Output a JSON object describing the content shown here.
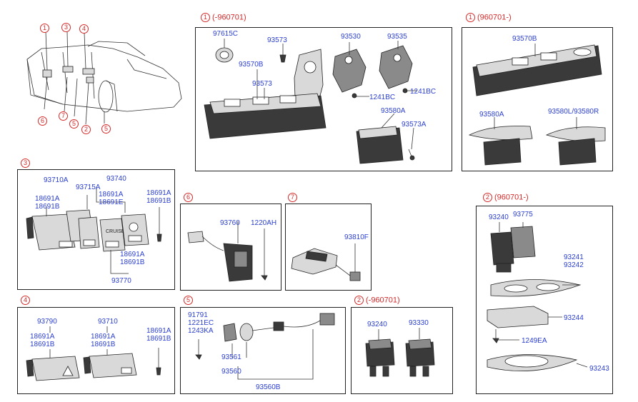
{
  "car_callouts": [
    "1",
    "3",
    "4",
    "6",
    "7",
    "5",
    "2",
    "5"
  ],
  "sec1a": {
    "num": "1",
    "label": "(-960701)",
    "parts": [
      "97615C",
      "93573",
      "93530",
      "93535",
      "93570B",
      "93573",
      "1241BC",
      "1241BC",
      "93580A",
      "93573A"
    ]
  },
  "sec1b": {
    "num": "1",
    "label": "(960701-)",
    "parts": [
      "93570B",
      "93580A",
      "93580L/93580R"
    ]
  },
  "sec3": {
    "num": "3",
    "parts": [
      "93710A",
      "93740",
      "93715A",
      "18691A",
      "18691E",
      "18691A",
      "18691B",
      "18691A",
      "18691B",
      "18691A",
      "18691B",
      "93770"
    ],
    "switch_text": "CRUISE"
  },
  "sec6": {
    "num": "6",
    "parts": [
      "93760",
      "1220AH"
    ]
  },
  "sec7": {
    "num": "7",
    "parts": [
      "93810F"
    ]
  },
  "sec2b": {
    "num": "2",
    "label": "(960701-)",
    "parts": [
      "93240",
      "93775",
      "93241",
      "93242",
      "93244",
      "1249EA",
      "93243"
    ]
  },
  "sec4": {
    "num": "4",
    "parts": [
      "93790",
      "93710",
      "18691A",
      "18691B",
      "18691A",
      "18691B",
      "18691A",
      "18691B"
    ]
  },
  "sec5": {
    "num": "5",
    "parts": [
      "91791",
      "1221EC",
      "1243KA",
      "93561",
      "93560",
      "93560B"
    ]
  },
  "sec2a": {
    "num": "2",
    "label": "(-960701)",
    "parts": [
      "93240",
      "93330"
    ]
  },
  "colors": {
    "part_number": "#2b3fd1",
    "section_label": "#d42a2a",
    "line": "#222222"
  }
}
